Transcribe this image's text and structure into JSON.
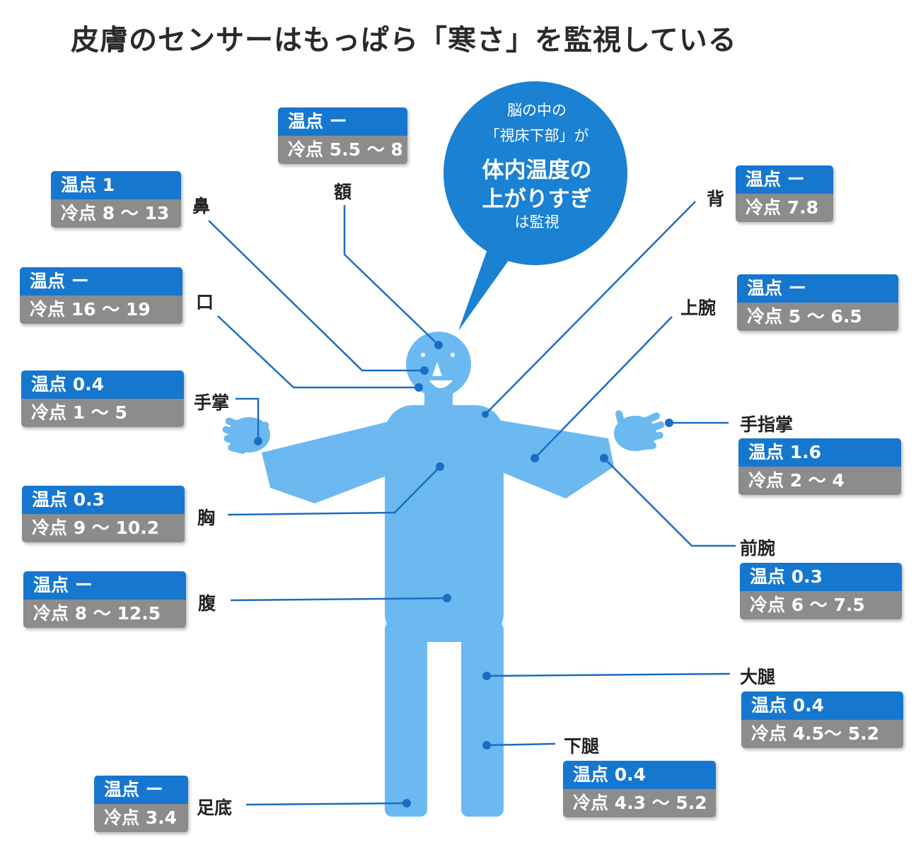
{
  "title": "皮膚のセンサーはもっぱら「寒さ」を監視している",
  "colors": {
    "warm_box": "#1677cf",
    "cold_box": "#8c8c8c",
    "body": "#6cb9f2",
    "line": "#1a6dc4",
    "bubble": "#1a81d3"
  },
  "bubble": {
    "line1": "脳の中の",
    "line2": "「視床下部」が",
    "line3": "体内温度の",
    "line4": "上がりすぎ",
    "line5": "は監視"
  },
  "parts": {
    "hitai": {
      "label": "額",
      "warm": "温点 ー",
      "cold": "冷点 5.5 〜 8"
    },
    "hana": {
      "label": "鼻",
      "warm": "温点 1",
      "cold": "冷点 8 〜 13"
    },
    "kuchi": {
      "label": "口",
      "warm": "温点 ー",
      "cold": "冷点 16 〜 19"
    },
    "teshou": {
      "label": "手掌",
      "warm": "温点 0.4",
      "cold": "冷点 1 〜 5"
    },
    "mune": {
      "label": "胸",
      "warm": "温点 0.3",
      "cold": "冷点 9 〜 10.2"
    },
    "hara": {
      "label": "腹",
      "warm": "温点 ー",
      "cold": "冷点 8 〜 12.5"
    },
    "sokutei": {
      "label": "足底",
      "warm": "温点 ー",
      "cold": "冷点 3.4"
    },
    "senaka": {
      "label": "背",
      "warm": "温点 ー",
      "cold": "冷点 7.8"
    },
    "jouwan": {
      "label": "上腕",
      "warm": "温点 ー",
      "cold": "冷点 5 〜 6.5"
    },
    "teshishou": {
      "label": "手指掌",
      "warm": "温点 1.6",
      "cold": "冷点 2 〜 4"
    },
    "zenwan": {
      "label": "前腕",
      "warm": "温点 0.3",
      "cold": "冷点 6 〜 7.5"
    },
    "daitai": {
      "label": "大腿",
      "warm": "温点 0.4",
      "cold": "冷点 4.5〜 5.2"
    },
    "katai": {
      "label": "下腿",
      "warm": "温点 0.4",
      "cold": "冷点 4.3 〜 5.2"
    }
  }
}
